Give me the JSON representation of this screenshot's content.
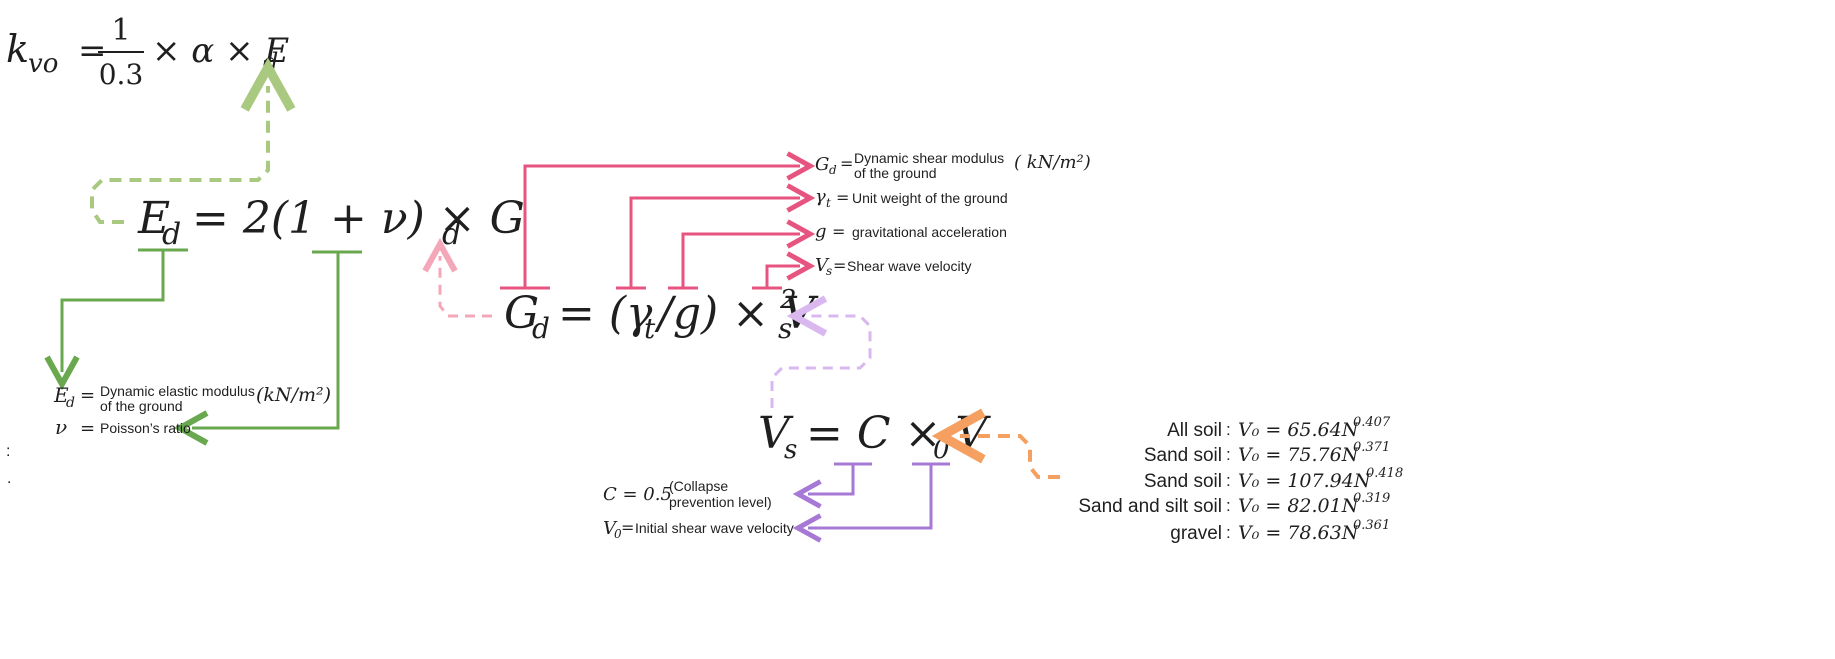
{
  "colors": {
    "green": "#6aa84f",
    "green_dashed": "#a8c97f",
    "pink": "#e75480",
    "pink_dashed": "#f4a7b9",
    "purple": "#a779d6",
    "purple_dashed": "#d9b8f0",
    "orange": "#f5a060",
    "text": "#1f1f1f"
  },
  "kvo_formula": {
    "lhs": "k",
    "lhs_sub": "vo",
    "equals": "=",
    "numerator": "1",
    "denominator": "0.3",
    "rhs": "× α × E",
    "rhs_sub": "d"
  },
  "ed_formula": {
    "lhs": "E",
    "lhs_sub": "d",
    "rhs": "= 2(1 + ν) × G",
    "rhs_sub": "d"
  },
  "gd_formula": {
    "lhs": "G",
    "lhs_sub": "d",
    "mid": "= (γ",
    "mid_sub": "t",
    "mid2": "/g) × V",
    "mid2_sub": "s",
    "exp": "2"
  },
  "vs_formula": {
    "lhs": "V",
    "lhs_sub": "s",
    "mid": "= C × V",
    "mid_sub": "0"
  },
  "ed_definitions": {
    "ed_symbol": "E",
    "ed_sub": "d",
    "ed_eq": "=",
    "ed_line1": "Dynamic elastic modulus",
    "ed_line2": "of the ground",
    "ed_unit": "(kN/m²)",
    "nu_symbol": "ν",
    "nu_eq": "=",
    "nu_text": "Poisson’s ratio"
  },
  "gd_definitions": {
    "gd_symbol": "G",
    "gd_sub": "d",
    "gd_eq": "=",
    "gd_line1": "Dynamic shear modulus",
    "gd_line2": "of the ground",
    "gd_unit": "( kN/m²)",
    "gamma_symbol": "γ",
    "gamma_sub": "t",
    "gamma_eq": "=",
    "gamma_text": "Unit weight of the ground",
    "g_symbol": "g",
    "g_eq": "=",
    "g_text": "gravitational acceleration",
    "vs_symbol": "V",
    "vs_sub": "s",
    "vs_eq": "=",
    "vs_text": "Shear wave velocity"
  },
  "vs_definitions": {
    "c_expr": "C = 0.5",
    "c_line1": "(Collapse",
    "c_line2": "prevention level)",
    "v0_symbol": "V",
    "v0_sub": "0",
    "v0_eq": "=",
    "v0_text": "Initial shear wave velocity"
  },
  "soil_table": [
    {
      "label": "All soil",
      "formula": "V₀ = 65.64N",
      "exp": "0.407"
    },
    {
      "label": "Sand soil",
      "formula": "V₀ = 75.76N",
      "exp": "0.371"
    },
    {
      "label": "Sand soil",
      "formula": "V₀ = 107.94N",
      "exp": "0.418"
    },
    {
      "label": "Sand and silt soil",
      "formula": "V₀ = 82.01N",
      "exp": "0.319"
    },
    {
      "label": "gravel",
      "formula": "V₀ = 78.63N",
      "exp": "0.361"
    }
  ],
  "stray_marks": [
    ":",
    "."
  ]
}
